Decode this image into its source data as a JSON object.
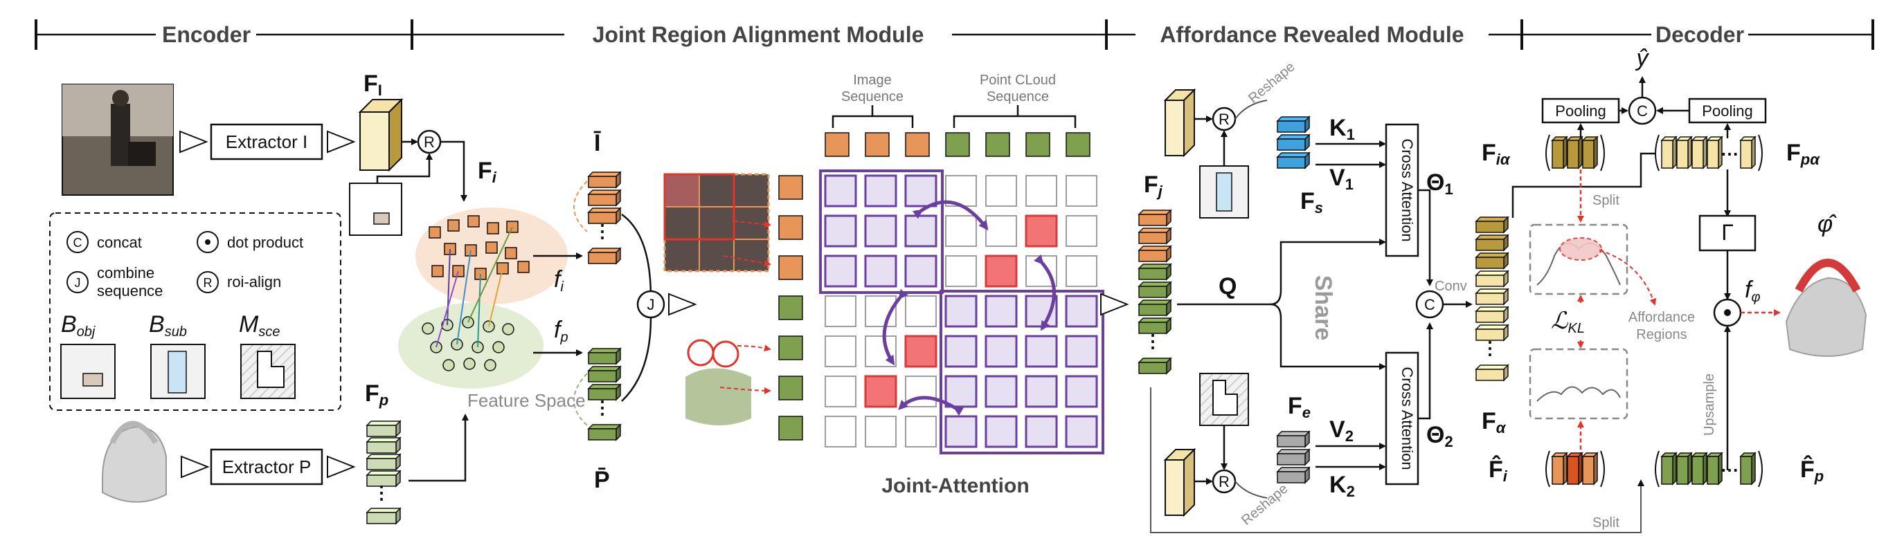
{
  "headers": {
    "encoder": "Encoder",
    "jra": "Joint Region Alignment Module",
    "arm": "Affordance Revealed Module",
    "decoder": "Decoder"
  },
  "encoder": {
    "extractor_i": "Extractor I",
    "extractor_p": "Extractor P",
    "f_I": "F",
    "f_I_sub": "I",
    "f_i": "F",
    "f_i_sub": "i",
    "f_p": "F",
    "f_p_sub": "p"
  },
  "legend": {
    "concat_symbol": "C",
    "concat": "concat",
    "dot_product": "dot product",
    "combine_symbol": "J",
    "combine_line1": "combine",
    "combine_line2": "sequence",
    "roi_symbol": "R",
    "roi_align": "roi-align",
    "b_obj": "B",
    "b_obj_sub": "obj",
    "b_sub": "B",
    "b_sub_sub": "sub",
    "m_sce": "M",
    "m_sce_sub": "sce"
  },
  "jra": {
    "feature_space": "Feature Space",
    "f_i_small": "f",
    "f_i_small_sub": "i",
    "f_p_small": "f",
    "f_p_small_sub": "p",
    "i_bar": "Ī",
    "p_bar": "P̄",
    "image_seq_line1": "Image",
    "image_seq_line2": "Sequence",
    "pc_seq_line1": "Point CLoud",
    "pc_seq_line2": "Sequence",
    "joint_attention": "Joint-Attention",
    "combine_symbol": "J"
  },
  "arm": {
    "reshape_top": "Reshape",
    "reshape_bottom": "Reshape",
    "f_j": "F",
    "f_j_sub": "j",
    "f_s": "F",
    "f_s_sub": "s",
    "f_e": "F",
    "f_e_sub": "e",
    "k1": "K",
    "k1_sub": "1",
    "v1": "V",
    "v1_sub": "1",
    "q": "Q",
    "v2": "V",
    "v2_sub": "2",
    "k2": "K",
    "k2_sub": "2",
    "cross_attention_top": "Cross Attention",
    "cross_attention_bottom": "Cross Attention",
    "theta1": "Θ",
    "theta1_sub": "1",
    "theta2": "Θ",
    "theta2_sub": "2",
    "share": "Share",
    "concat_symbol": "C",
    "conv": "Conv",
    "f_alpha": "F",
    "f_alpha_sub": "α",
    "split_bottom": "Split",
    "roi_symbol": "R"
  },
  "decoder": {
    "y_hat": "ŷ",
    "pooling_left": "Pooling",
    "pooling_right": "Pooling",
    "concat_symbol": "C",
    "f_ialpha": "F",
    "f_ialpha_sub": "iα",
    "f_palpha": "F",
    "f_palpha_sub": "pα",
    "split_top": "Split",
    "gamma": "Γ",
    "phi_hat": "φ̂",
    "f_phi": "f",
    "f_phi_sub": "φ",
    "l_kl": "ℒ",
    "l_kl_sub": "KL",
    "affordance_line1": "Affordance",
    "affordance_line2": "Regions",
    "upsample": "Upsample",
    "fhat_i": "F̂",
    "fhat_i_sub": "i",
    "fhat_p": "F̂",
    "fhat_p_sub": "p"
  },
  "colors": {
    "orange": "#e8955a",
    "green": "#7fa04e",
    "light_green": "#cddcb4",
    "purple": "#6a3fa0",
    "blue": "#3fa2dc",
    "gray": "#a9a9a9",
    "tan": "#f5e3a8",
    "olive": "#b89a3c",
    "red": "#e0352b"
  }
}
